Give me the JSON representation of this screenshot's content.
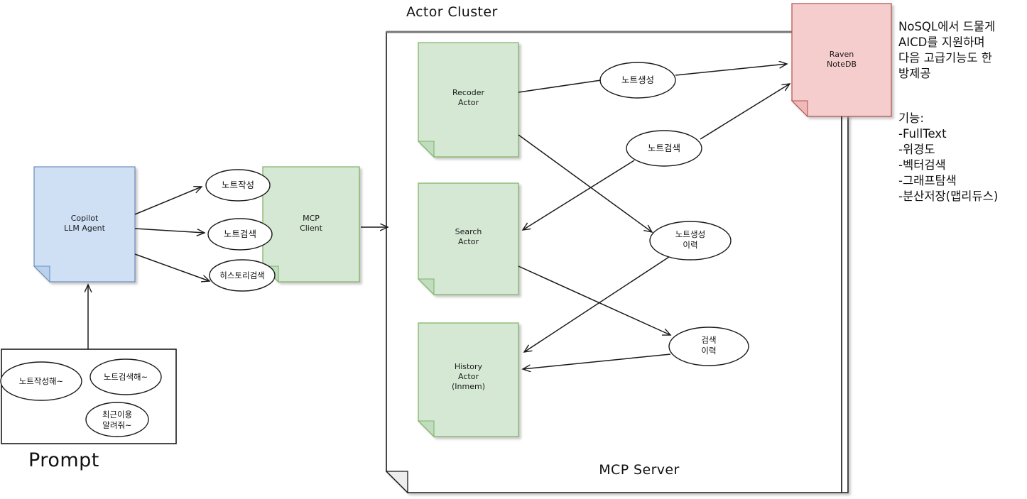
{
  "diagram": {
    "titles": {
      "actor_cluster": "Actor Cluster",
      "mcp_server": "MCP Server",
      "prompt": "Prompt"
    },
    "nodes": {
      "copilot": {
        "label": "Copilot\nLLM Agent",
        "color": "#cfe0f5",
        "border": "#6f91bd"
      },
      "mcp_client": {
        "label": "MCP\nClient",
        "color": "#d5e8d4",
        "border": "#82b366"
      },
      "recoder_actor": {
        "label": "Recoder\nActor",
        "color": "#d5e8d4",
        "border": "#82b366"
      },
      "search_actor": {
        "label": "Search\nActor",
        "color": "#d5e8d4",
        "border": "#82b366"
      },
      "history_actor": {
        "label": "History\nActor\n(Inmem)",
        "color": "#d5e8d4",
        "border": "#82b366"
      },
      "raven_notedb": {
        "label": "Raven\nNoteDB",
        "color": "#f5cdcd",
        "border": "#b85450"
      }
    },
    "client_ellipses": [
      {
        "label": "노트작성"
      },
      {
        "label": "노트검색"
      },
      {
        "label": "히스토리검색"
      }
    ],
    "server_ellipses": [
      {
        "label": "노트생성"
      },
      {
        "label": "노트검색"
      },
      {
        "label": "노트생성\n이력"
      },
      {
        "label": "검색\n이력"
      }
    ],
    "prompt_ellipses": [
      {
        "label": "노트작성해~"
      },
      {
        "label": "노트검색해~"
      },
      {
        "label": "최근이용\n알려줘~"
      }
    ],
    "side_note": {
      "paragraph": "NoSQL에서 드물게\nAICD를 지원하며\n다음 고급기능도 한\n방제공",
      "features_title": "기능:",
      "features": "-FullText\n-위경도\n-벡터검색\n-그래프탐색\n-분산저장(맵리듀스)"
    }
  }
}
